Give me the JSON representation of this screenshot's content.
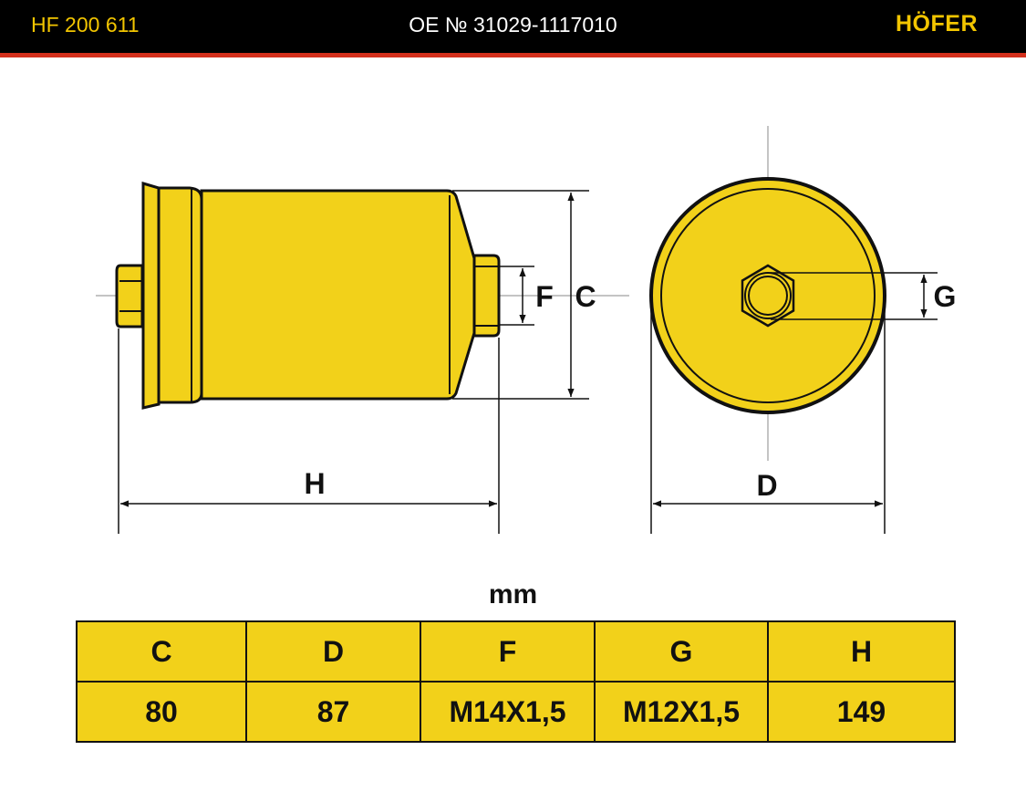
{
  "header": {
    "part_number": "HF 200 611",
    "oe_number": "OE № 31029-1117010",
    "brand": "HÖFER"
  },
  "drawing": {
    "labels": {
      "C": "C",
      "D": "D",
      "F": "F",
      "G": "G",
      "H": "H"
    },
    "colors": {
      "body_fill": "#f2d11a",
      "outline": "#111111",
      "header_bg": "#000000",
      "header_accent": "#d4301c",
      "brand_text": "#f2c500"
    }
  },
  "dimensions": {
    "unit": "mm",
    "headers": [
      "C",
      "D",
      "F",
      "G",
      "H"
    ],
    "values": [
      "80",
      "87",
      "M14X1,5",
      "M12X1,5",
      "149"
    ]
  }
}
